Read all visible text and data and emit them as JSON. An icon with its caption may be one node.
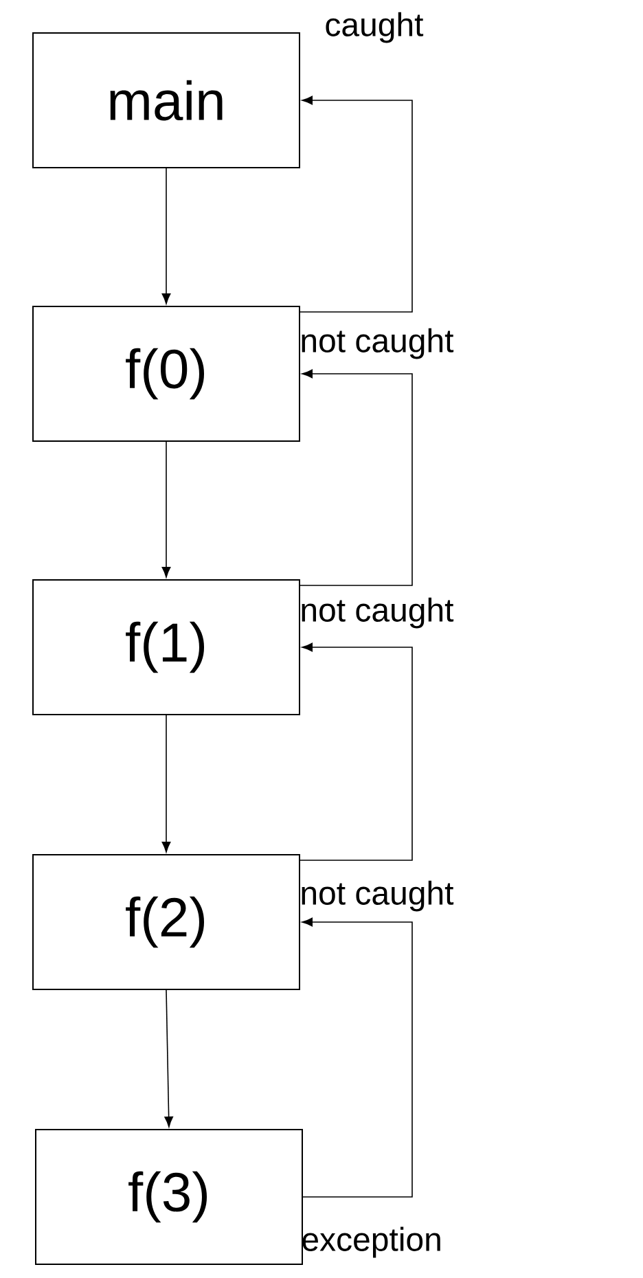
{
  "diagram": {
    "nodes": [
      {
        "text": [
          "main"
        ],
        "beside": [
          "caught"
        ]
      },
      {
        "text": [
          "f(0)"
        ],
        "beside": [
          "not caught"
        ]
      },
      {
        "text": [
          "f(1)"
        ],
        "beside": [
          "not caught"
        ]
      },
      {
        "text": [
          "f(2)"
        ],
        "beside": [
          "not caught"
        ]
      },
      {
        "text": [
          "f(3)"
        ],
        "beside": [
          "exception"
        ]
      }
    ],
    "edges": [
      {
        "from": 0,
        "to": 1,
        "arrow": "to"
      },
      {
        "from": 1,
        "to": 2,
        "arrow": "to"
      },
      {
        "from": 2,
        "to": 3,
        "arrow": "to"
      },
      {
        "from": 3,
        "to": 4,
        "arrow": "to"
      },
      {
        "from": 4,
        "to": 3,
        "arrow": "to"
      },
      {
        "from": 3,
        "to": 2,
        "arrow": "to"
      },
      {
        "from": 2,
        "to": 1,
        "arrow": "to"
      },
      {
        "from": 1,
        "to": 0,
        "arrow": "to"
      }
    ]
  }
}
